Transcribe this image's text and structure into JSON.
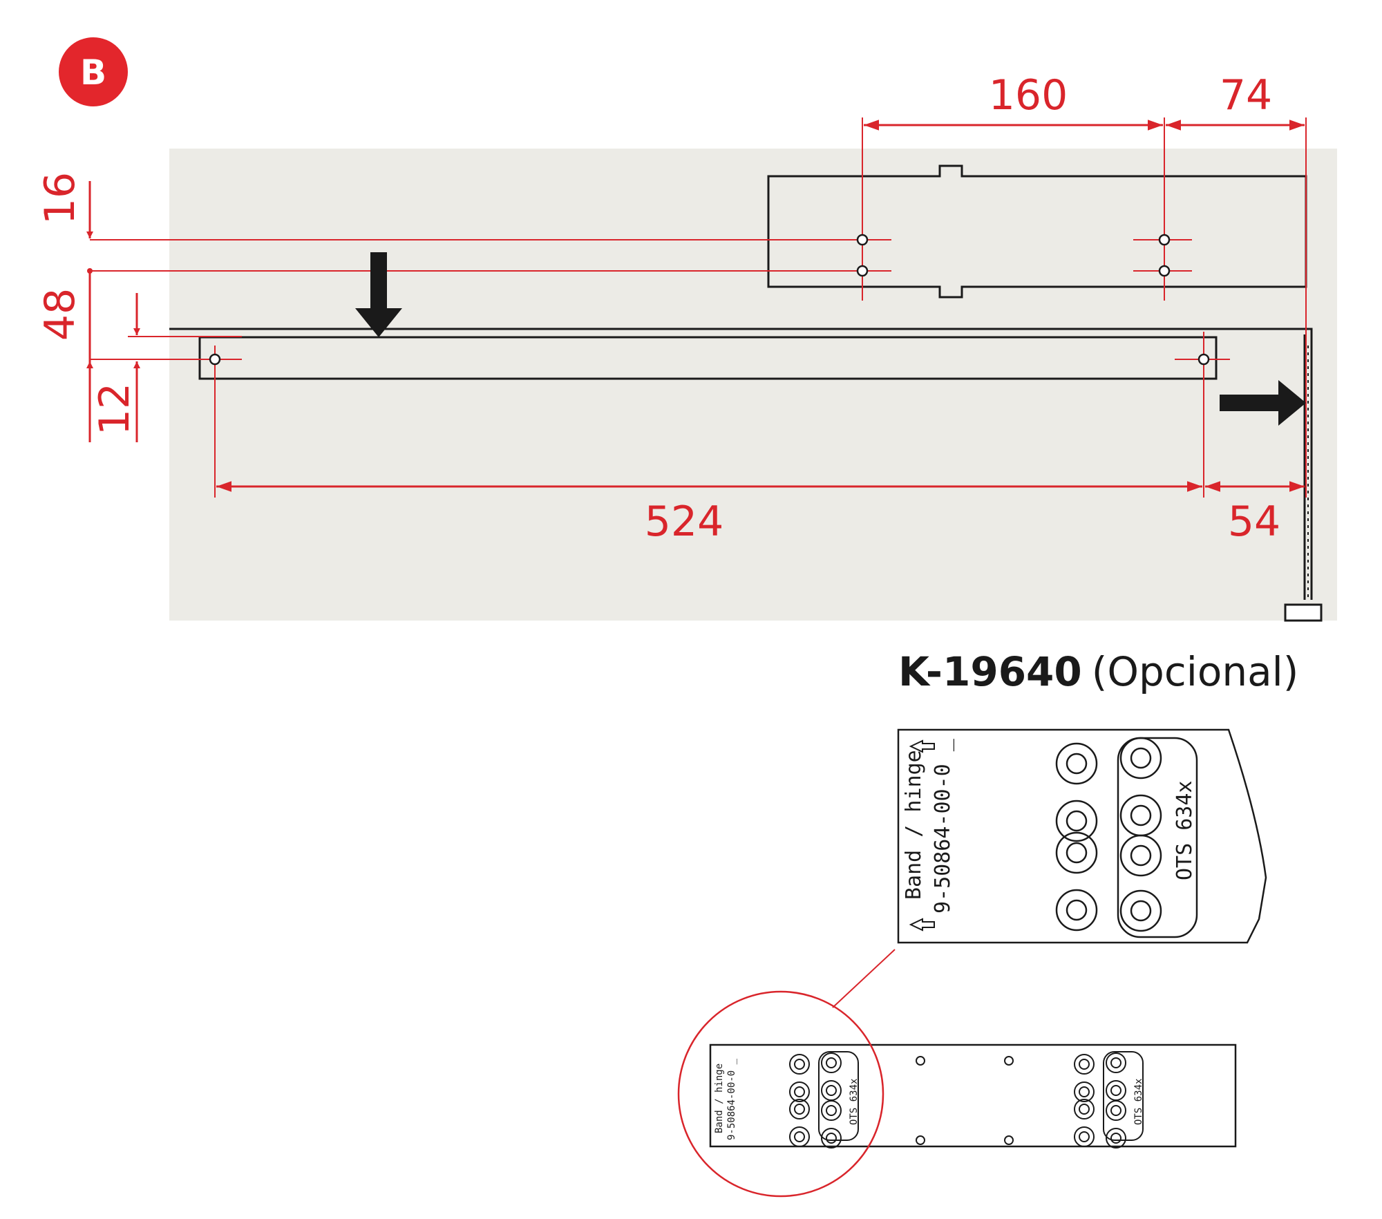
{
  "badge": {
    "letter": "B",
    "color": "#e3262c"
  },
  "dimensions": {
    "d160": "160",
    "d74": "74",
    "d16": "16",
    "d48": "48",
    "d12": "12",
    "d524": "524",
    "d54": "54"
  },
  "optional_plate": {
    "code": "K-19640",
    "note": "(Opcional)",
    "label_line1": "Band / hinge",
    "label_line2": "9-50864-00-0 _",
    "label_line3": "OTS 634x"
  },
  "colors": {
    "dimension_red": "#d9252b",
    "panel_background": "#ecebe6",
    "line_black": "#1a1a1a"
  }
}
